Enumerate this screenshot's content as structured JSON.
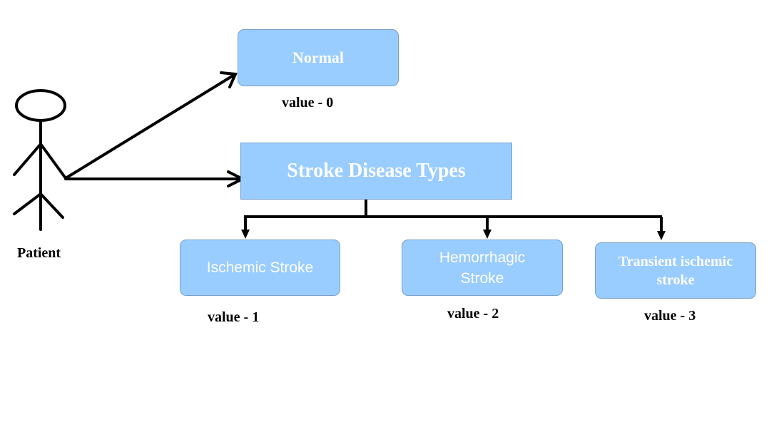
{
  "actor": {
    "label": "Patient"
  },
  "root": {
    "label": "Stroke Disease Types"
  },
  "normal": {
    "label": "Normal",
    "value_label": "value - 0"
  },
  "types": [
    {
      "label": "Ischemic Stroke",
      "value_label": "value - 1"
    },
    {
      "label": "Hemorrhagic Stroke",
      "value_label": "value - 2"
    },
    {
      "label": "Transient ischemic stroke",
      "value_label": "value - 3"
    }
  ],
  "colors": {
    "box_fill": "#99ccff",
    "box_border": "#7a9fc7",
    "box_text": "#ffffff",
    "lines": "#000000"
  }
}
